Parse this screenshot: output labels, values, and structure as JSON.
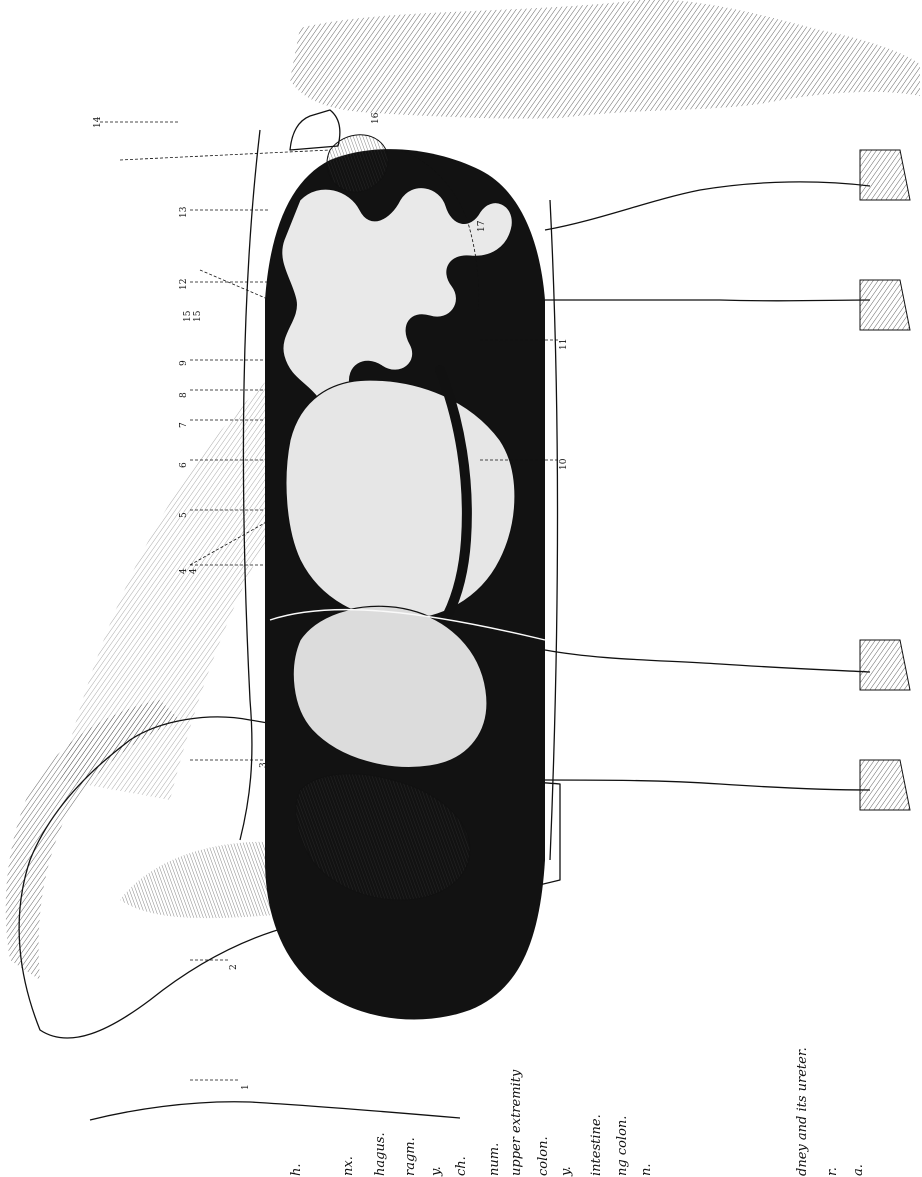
{
  "figure": {
    "numbers": [
      "1",
      "2",
      "3",
      "4",
      "4",
      "5",
      "6",
      "7",
      "8",
      "9",
      "10",
      "11",
      "12",
      "13",
      "14",
      "15",
      "15",
      "16",
      "17"
    ],
    "legend": [
      "h.",
      "nx.",
      "hagus.",
      "ragm.",
      "y.",
      "ch.",
      "num.",
      "upper extremity",
      "colon.",
      "y.",
      "intestine.",
      "ng colon.",
      "n.",
      "dney and its ureter.",
      "r.",
      "a."
    ],
    "colors": {
      "ink": "#111111",
      "paper": "#ffffff",
      "cavity": "#121212",
      "organ": "#e9e9e9"
    }
  }
}
